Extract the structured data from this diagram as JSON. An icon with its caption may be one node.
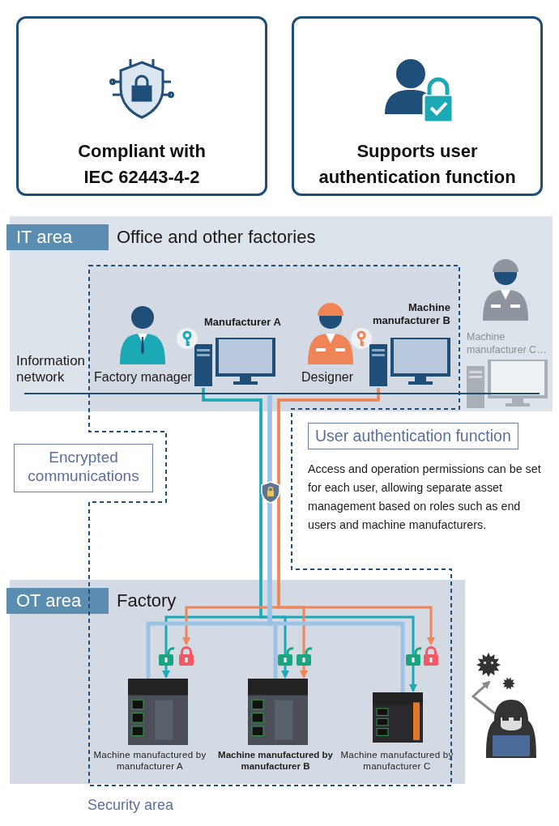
{
  "diagram": {
    "nodes": [
      {
        "text": [
          "Compliant with IEC 62443-4-2"
        ]
      },
      {
        "text": [
          "Supports user authentication function"
        ]
      },
      {
        "text": [
          "IT area",
          "Office and other factories"
        ]
      },
      {
        "text": [
          "Factory manager"
        ],
        "in": 2
      },
      {
        "text": [
          "Manufacturer A"
        ],
        "in": 2
      },
      {
        "text": [
          "Designer"
        ],
        "in": 2
      },
      {
        "text": [
          "Machine manufacturer B"
        ],
        "in": 2
      },
      {
        "text": [
          "Machine manufacturer C…"
        ],
        "in": 2
      },
      {
        "text": [],
        "shape": "bar",
        "in": 2
      },
      {
        "text": [
          "OT area",
          "Factory"
        ]
      },
      {
        "text": [
          "Machine manufactured by manufacturer A"
        ],
        "in": 9
      },
      {
        "text": [
          "Machine manufactured by manufacturer B"
        ],
        "in": 9
      },
      {
        "text": [
          "Machine manufactured by manufacturer C"
        ],
        "in": 9
      },
      {
        "text": [
          "Encrypted communications"
        ]
      },
      {
        "text": [
          "User authentication function",
          "Access and operation permissions can be set for each user, allowing separate asset management based on roles such as end users and machine manufacturers."
        ]
      },
      {
        "text": [],
        "shape": "person"
      },
      {
        "text": [],
        "shape": "picture"
      }
    ],
    "edges": [
      {
        "from": 4,
        "to": 10,
        "arrow": "to",
        "color": "#1aa9b5"
      },
      {
        "from": 4,
        "to": 11,
        "arrow": "to",
        "color": "#1aa9b5"
      },
      {
        "from": 4,
        "to": 12,
        "arrow": "to",
        "color": "#1aa9b5"
      },
      {
        "from": 6,
        "to": 10,
        "arrow": "to",
        "color": "#ef8556"
      },
      {
        "from": 6,
        "to": 11,
        "arrow": "to",
        "color": "#ef8556"
      },
      {
        "from": 6,
        "to": 12,
        "arrow": "to",
        "color": "#ef8556"
      },
      {
        "from": 8,
        "to": 10,
        "arrow": "none",
        "color": "#9cc3e6"
      },
      {
        "from": 8,
        "to": 11,
        "arrow": "none",
        "color": "#9cc3e6"
      },
      {
        "from": 8,
        "to": 12,
        "arrow": "none",
        "color": "#9cc3e6"
      },
      {
        "from": 15,
        "to": 16,
        "arrow": "to",
        "color": "#8a8a8a"
      }
    ],
    "labels": [
      "Information network",
      "Security area"
    ]
  }
}
